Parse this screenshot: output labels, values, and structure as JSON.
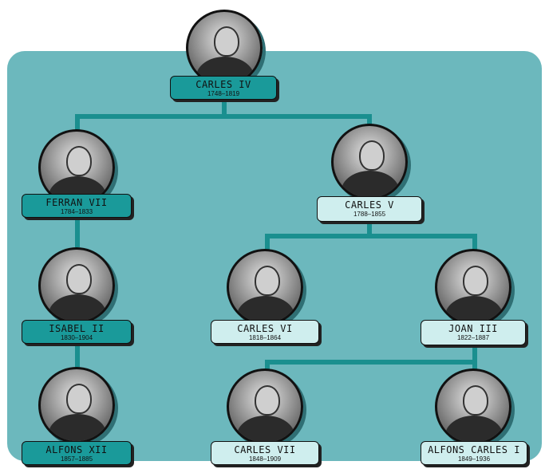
{
  "people": [
    {
      "name": "CARLES IV",
      "dates": "1748–1819",
      "portrait": "portrait-carles-iv"
    },
    {
      "name": "FERRAN VII",
      "dates": "1784–1833",
      "portrait": "portrait-ferran-vii"
    },
    {
      "name": "CARLES V",
      "dates": "1788–1855",
      "portrait": "portrait-carles-v"
    },
    {
      "name": "ISABEL II",
      "dates": "1830–1904",
      "portrait": "portrait-isabel-ii"
    },
    {
      "name": "CARLES VI",
      "dates": "1818–1864",
      "portrait": "portrait-carles-vi"
    },
    {
      "name": "JOAN III",
      "dates": "1822–1887",
      "portrait": "portrait-joan-iii"
    },
    {
      "name": "ALFONS XII",
      "dates": "1857–1885",
      "portrait": "portrait-alfons-xii"
    },
    {
      "name": "CARLES VII",
      "dates": "1848–1909",
      "portrait": "portrait-carles-vii"
    },
    {
      "name": "ALFONS CARLES I",
      "dates": "1849–1936",
      "portrait": "portrait-alfons-carles-i"
    }
  ],
  "colors": {
    "panel": "#6cb8bd",
    "connector": "#1a8f8f",
    "label_dark": "#1a9a9a",
    "label_light": "#cfeeee"
  }
}
